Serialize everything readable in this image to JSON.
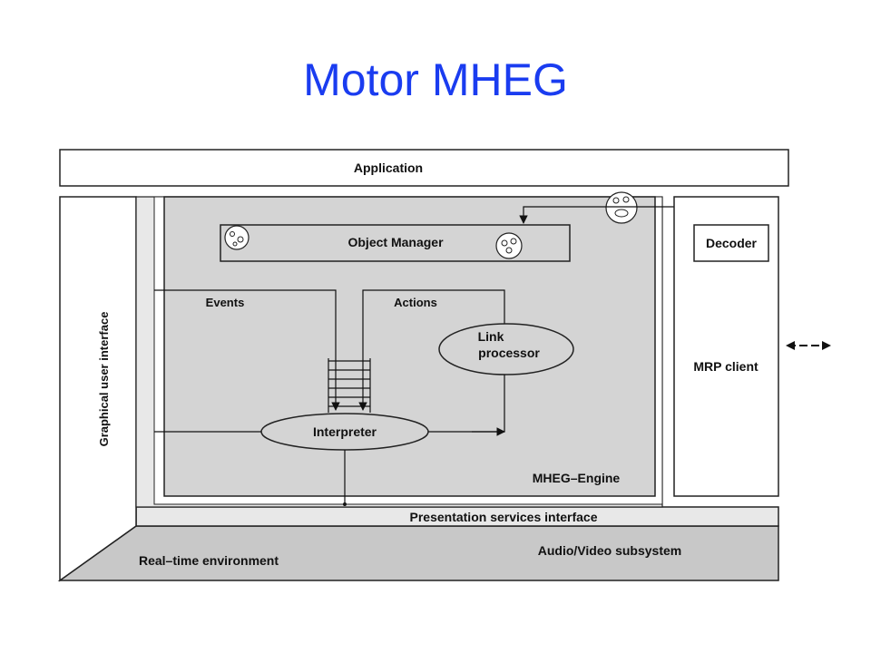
{
  "title": "Motor MHEG",
  "diagram": {
    "application": "Application",
    "gui": "Graphical user interface",
    "object_manager": "Object Manager",
    "events": "Events",
    "actions": "Actions",
    "link_processor_line1": "Link",
    "link_processor_line2": "processor",
    "interpreter": "Interpreter",
    "mheg_engine": "MHEG–Engine",
    "decoder": "Decoder",
    "mrp_client": "MRP client",
    "presentation_services": "Presentation services interface",
    "realtime_env": "Real–time environment",
    "av_subsystem": "Audio/Video subsystem"
  },
  "colors": {
    "title": "#1a3cf0",
    "panel_gray": "#d4d4d4",
    "band_gray": "#e8e8e8",
    "bottom_gray": "#c8c8c8"
  }
}
